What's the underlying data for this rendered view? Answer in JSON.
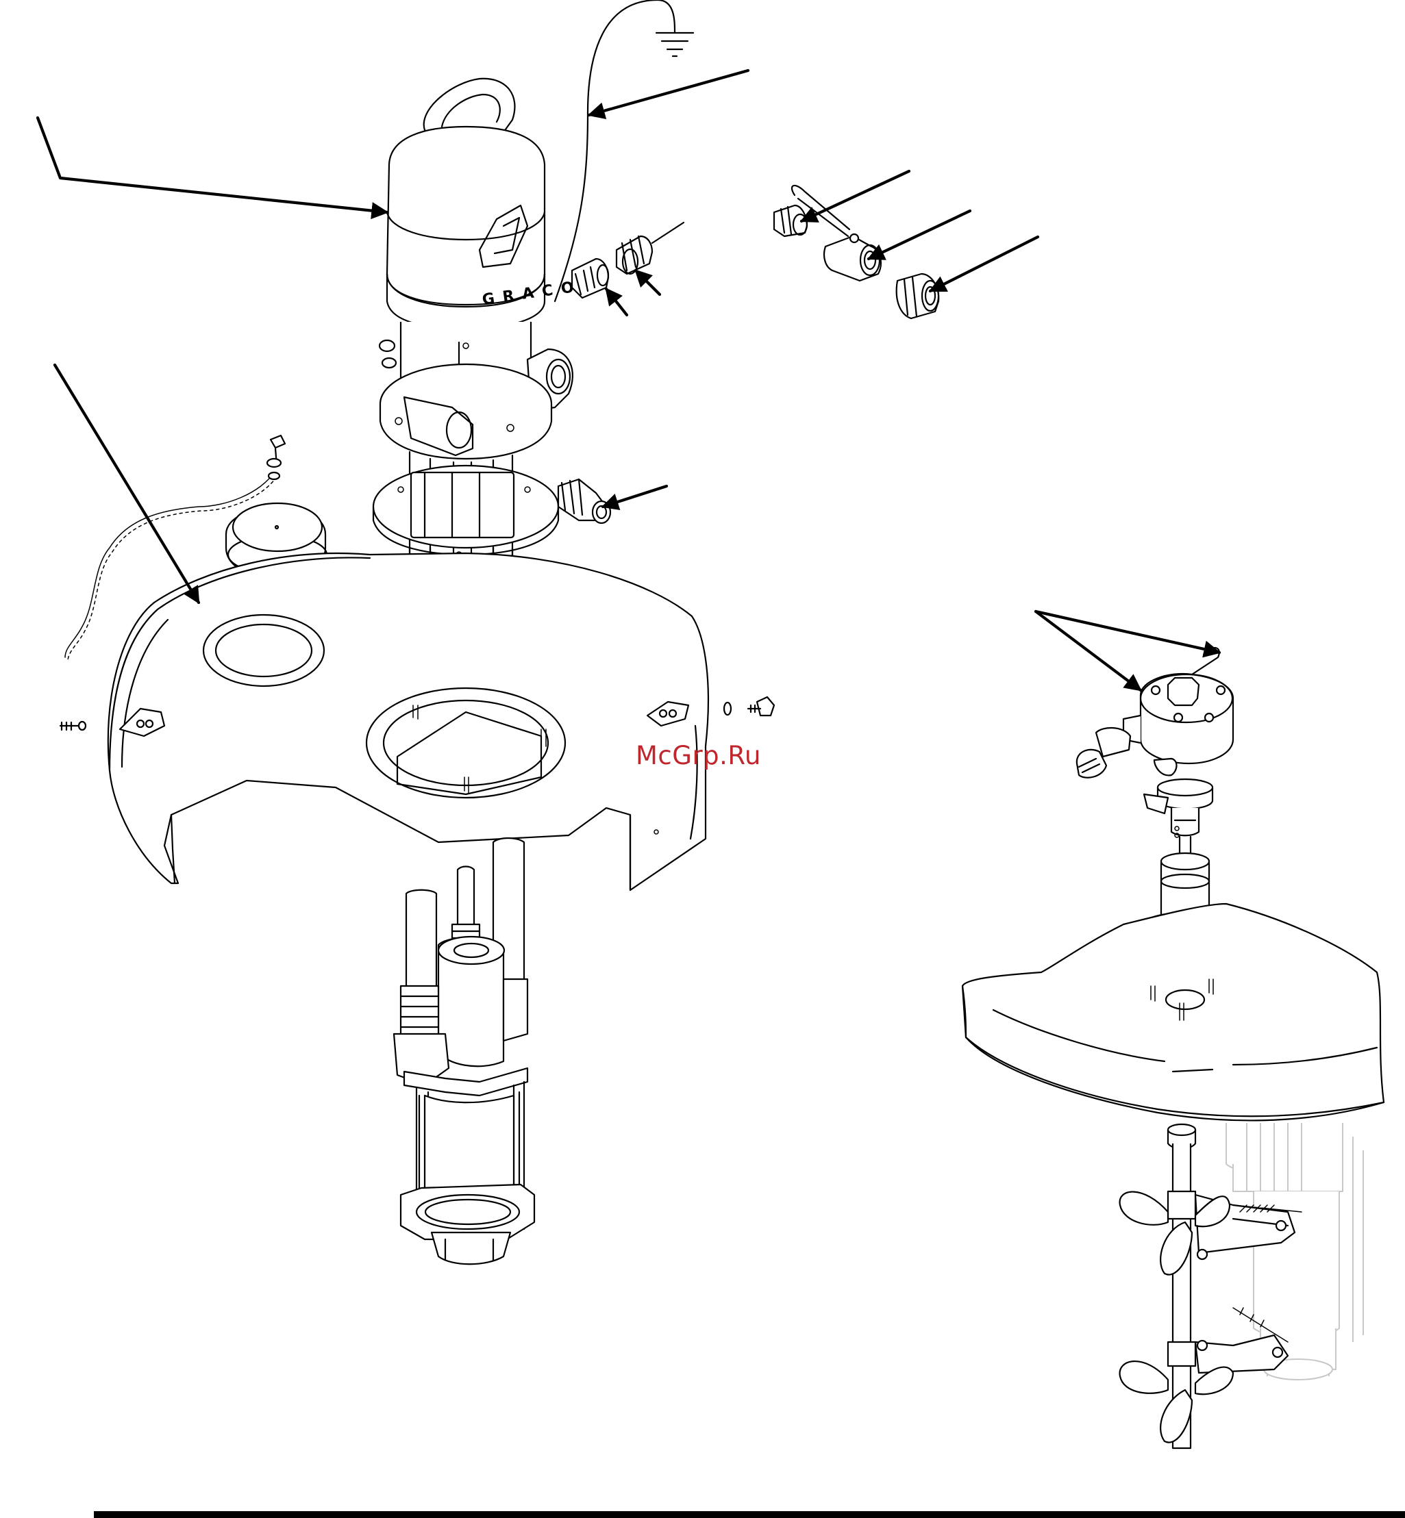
{
  "figure": {
    "watermark": "McGrp.Ru",
    "brand_mark": "GRACO",
    "colors": {
      "line": "#000000",
      "fill": "#ffffff",
      "watermark": "#c0272d",
      "ghost": "#c8c8c8"
    },
    "parts": [
      "ground-wire-clamp",
      "air-motor",
      "pump-lower",
      "drum-cover",
      "bung-plug-with-chain",
      "air-fittings",
      "ball-valve",
      "quick-coupler",
      "fluid-outlet-fitting",
      "agitator-air-motor",
      "agitator-cover",
      "agitator-shaft",
      "agitator-propellers"
    ]
  }
}
